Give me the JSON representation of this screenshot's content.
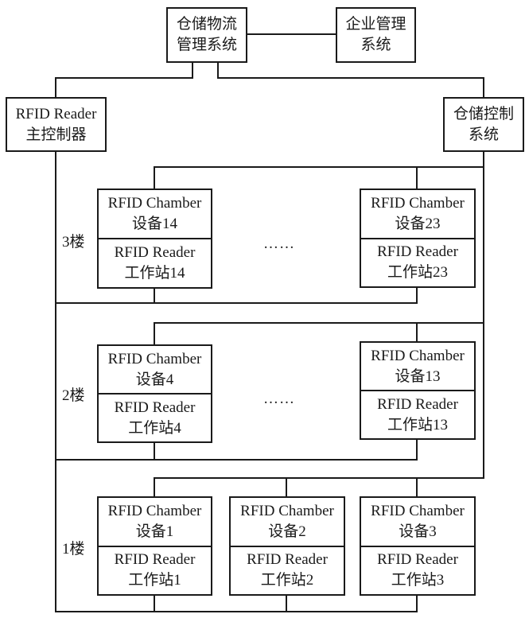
{
  "diagram": {
    "type": "system-architecture",
    "nodes": {
      "wms": {
        "lines": [
          "仓储物流",
          "管理系统"
        ]
      },
      "erp": {
        "lines": [
          "企业管理",
          "系统"
        ]
      },
      "reader_master": {
        "lines": [
          "RFID Reader",
          "主控制器"
        ]
      },
      "storage_control": {
        "lines": [
          "仓储控制",
          "系统"
        ]
      }
    },
    "floors": [
      {
        "label": "3楼",
        "devices": [
          {
            "chamber": [
              "RFID Chamber",
              "设备14"
            ],
            "reader": [
              "RFID Reader",
              "工作站14"
            ]
          },
          {
            "chamber": [
              "RFID Chamber",
              "设备23"
            ],
            "reader": [
              "RFID Reader",
              "工作站23"
            ]
          }
        ],
        "ellipsis": "……"
      },
      {
        "label": "2楼",
        "devices": [
          {
            "chamber": [
              "RFID Chamber",
              "设备4"
            ],
            "reader": [
              "RFID Reader",
              "工作站4"
            ]
          },
          {
            "chamber": [
              "RFID Chamber",
              "设备13"
            ],
            "reader": [
              "RFID Reader",
              "工作站13"
            ]
          }
        ],
        "ellipsis": "……"
      },
      {
        "label": "1楼",
        "devices": [
          {
            "chamber": [
              "RFID Chamber",
              "设备1"
            ],
            "reader": [
              "RFID Reader",
              "工作站1"
            ]
          },
          {
            "chamber": [
              "RFID Chamber",
              "设备2"
            ],
            "reader": [
              "RFID Reader",
              "工作站2"
            ]
          },
          {
            "chamber": [
              "RFID Chamber",
              "设备3"
            ],
            "reader": [
              "RFID Reader",
              "工作站3"
            ]
          }
        ]
      }
    ],
    "edges": [
      [
        "wms",
        "erp"
      ],
      [
        "wms",
        "reader_master"
      ],
      [
        "wms",
        "storage_control"
      ],
      [
        "storage_control",
        "floor chambers (top bus)"
      ],
      [
        "reader_master",
        "floor readers (bottom bus)"
      ]
    ],
    "colors": {
      "line": "#1a1a1a",
      "background": "#ffffff"
    }
  }
}
